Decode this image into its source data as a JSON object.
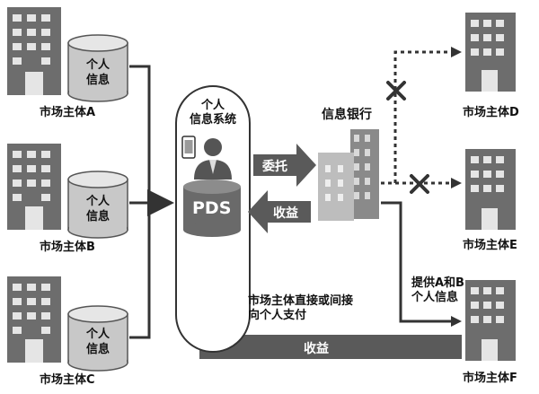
{
  "entity_a": "市场主体A",
  "entity_b": "市场主体B",
  "entity_c": "市场主体C",
  "entity_d": "市场主体D",
  "entity_e": "市场主体E",
  "entity_f": "市场主体F",
  "db_line1": "个人",
  "db_line2": "信息",
  "pds_system_line1": "个人",
  "pds_system_line2": "信息系统",
  "pds_label": "PDS",
  "info_bank": "信息银行",
  "delegate": "委托",
  "income_top": "收益",
  "income_bottom": "收益",
  "provide_line1": "提供A和B",
  "provide_line2": "个人信息",
  "pay_line1": "市场主体直接或间接",
  "pay_line2": "向个人支付"
}
